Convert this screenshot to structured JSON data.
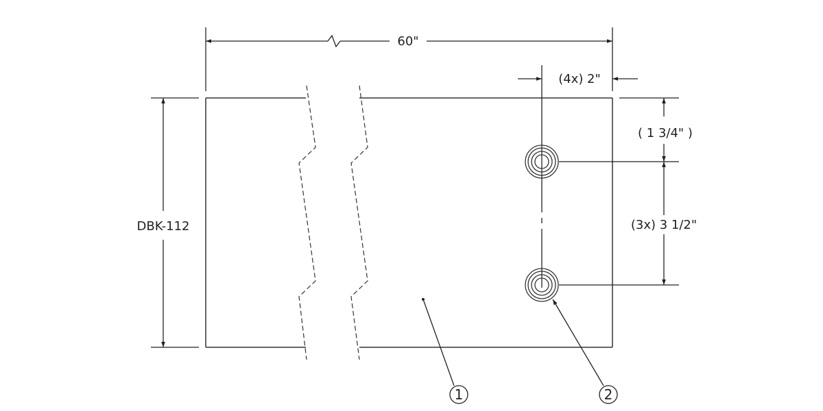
{
  "dimensions": {
    "overall_length": "60\"",
    "hole_edge_offset": "(4x) 2\"",
    "top_edge_offset": "( 1 3/4\" )",
    "hole_spacing": "(3x) 3 1/2\"",
    "height_label": "DBK-112"
  },
  "balloons": [
    {
      "number": "1"
    },
    {
      "number": "2"
    }
  ]
}
